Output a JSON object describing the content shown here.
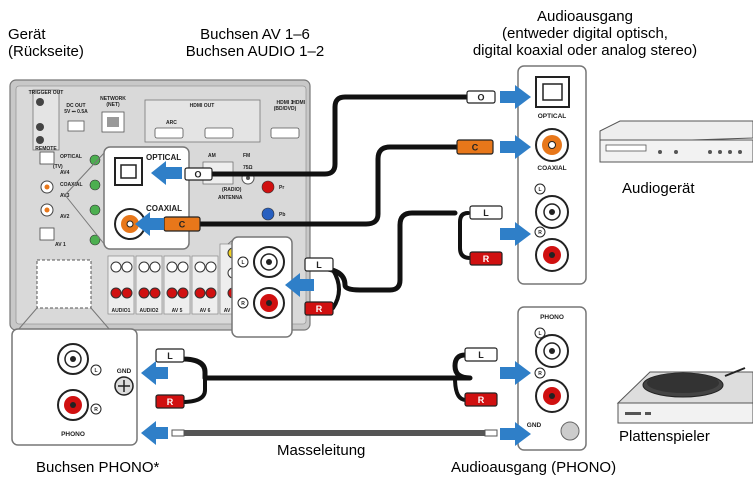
{
  "labels": {
    "device": "Gerät",
    "device_sub": "(Rückseite)",
    "jacks_av": "Buchsen AV 1–6",
    "jacks_audio": "Buchsen AUDIO 1–2",
    "audio_out": "Audioausgang",
    "audio_out_sub1": "(entweder digital optisch,",
    "audio_out_sub2": "digital koaxial oder analog stereo)",
    "audio_device": "Audiogerät",
    "turntable": "Plattenspieler",
    "ground_wire": "Masseleitung",
    "phono_jacks": "Buchsen PHONO*",
    "phono_out": "Audioausgang (PHONO)"
  },
  "panel": {
    "optical": "OPTICAL",
    "coaxial": "COAXIAL",
    "phono": "PHONO",
    "gnd": "GND",
    "l": "L",
    "r": "R",
    "c": "C",
    "o": "O",
    "dc_out": "DC OUT",
    "dc_out_sub": "5V ⎓ 0.5A",
    "network": "NETWORK",
    "network_sub": "(NET)",
    "hdmi_out": "HDMI OUT",
    "hdmi1": "HDMI 1",
    "hdmi1_sub": "(BD/DVD)",
    "hdmi": "HDMI",
    "arc": "ARC",
    "am": "AM",
    "fm": "FM",
    "radio": "(RADIO)",
    "antenna": "ANTENNA",
    "ohm": "75Ω",
    "tv": "(TV)",
    "av4": "AV4",
    "av3": "AV3",
    "av2": "AV2",
    "av1": "AV 1",
    "audio1": "AUDIO1",
    "audio2": "AUDIO2",
    "av5": "AV 5",
    "av6": "AV 6",
    "av_out": "AV OUT",
    "trigger_out": "TRIGGER OUT",
    "remote": "REMOTE",
    "pb": "Pb",
    "pr": "Pr"
  },
  "colors": {
    "arrow_blue": "#2f7fc8",
    "coax_orange": "#e8771a",
    "red_plug": "#d01010",
    "panel_gray": "#c8c8c8"
  },
  "icons": [
    "blue-arrow-icon",
    "audio-player-icon",
    "turntable-icon",
    "ground-screw-icon"
  ]
}
